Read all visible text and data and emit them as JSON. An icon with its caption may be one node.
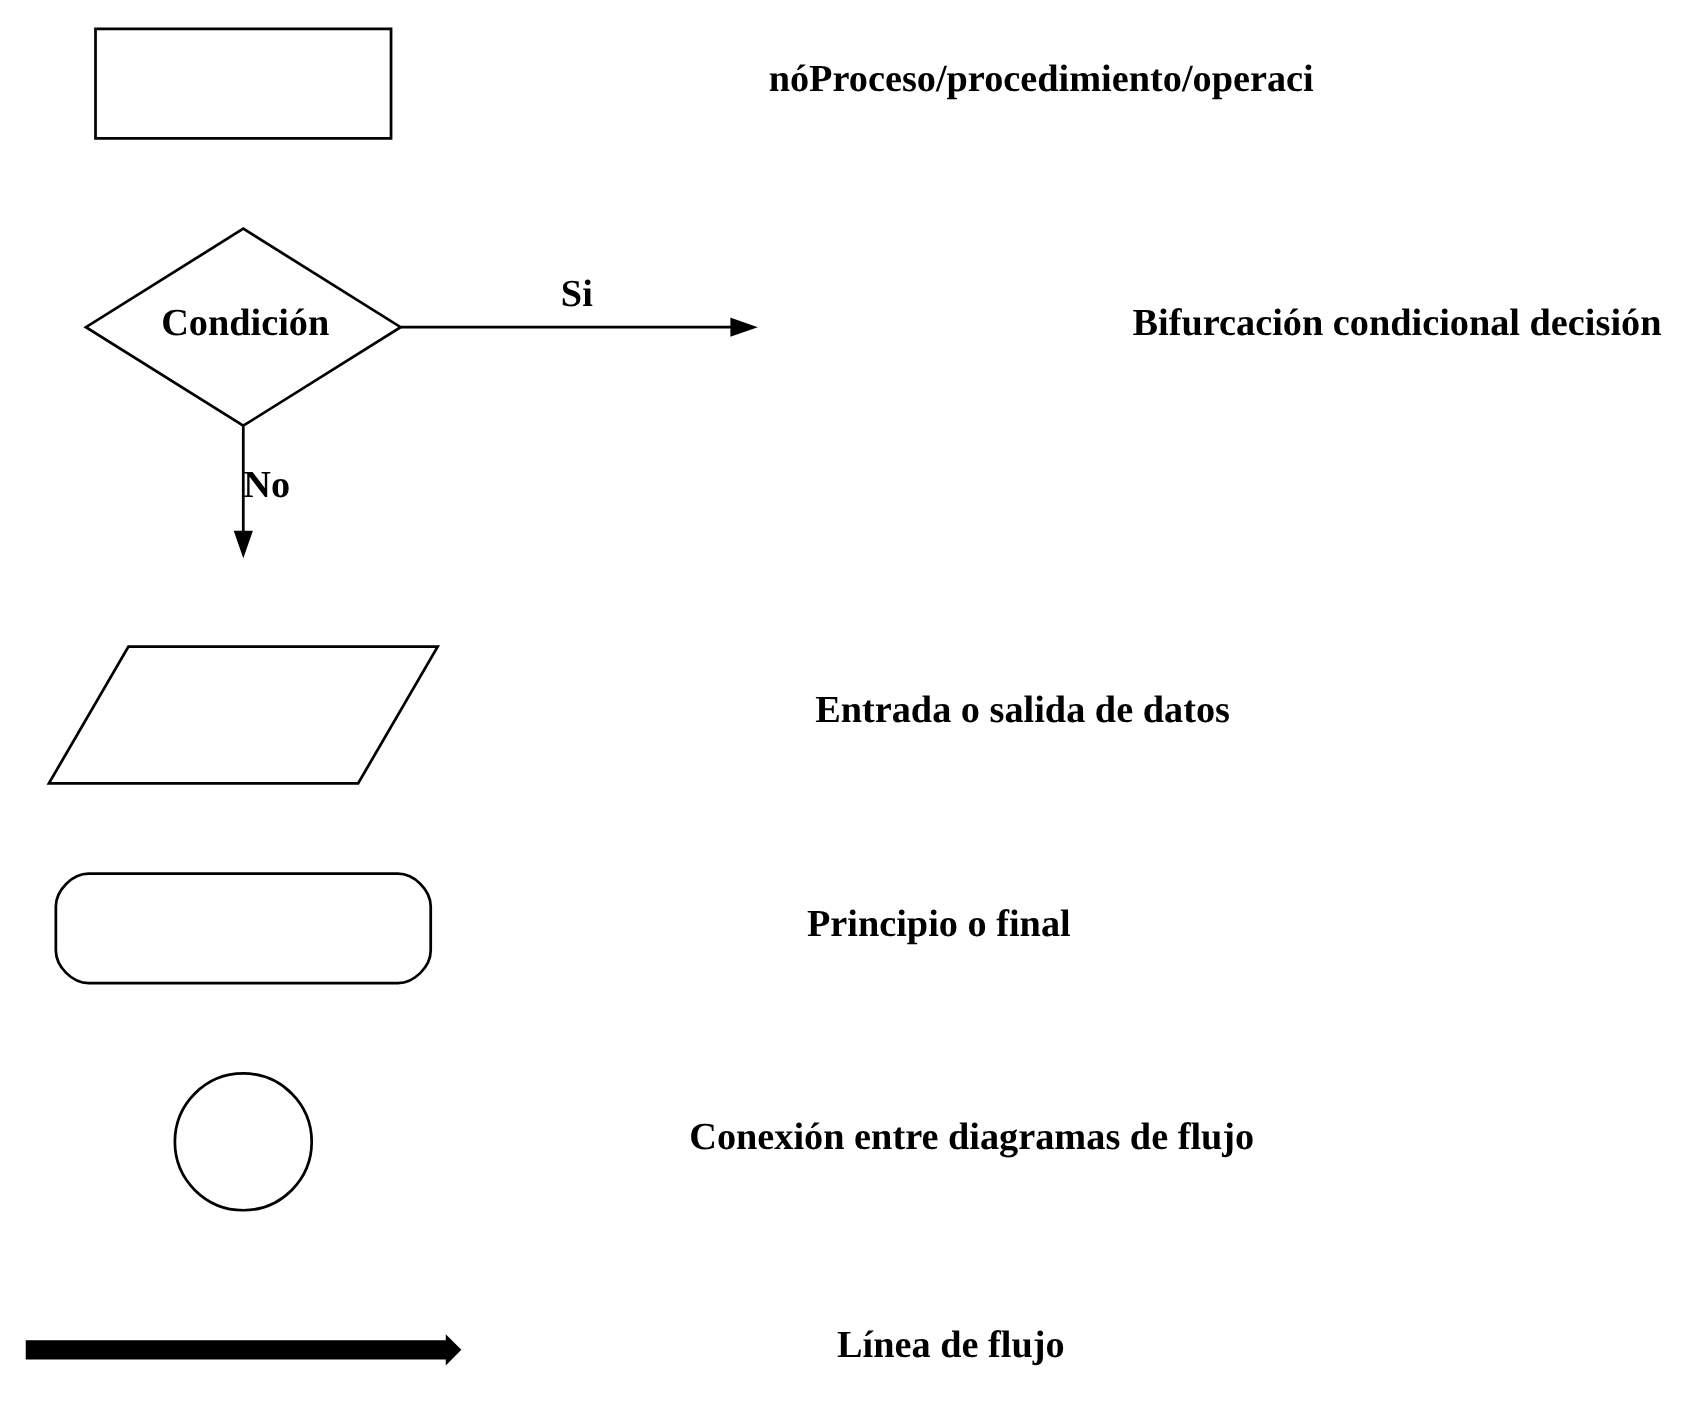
{
  "diagram": {
    "nodes": [
      {
        "text": [],
        "shape": "box"
      },
      {
        "text": [
          "Condición"
        ]
      },
      {
        "text": [],
        "shape": "parallelogram"
      },
      {
        "text": [],
        "shape": "stadium"
      },
      {
        "text": [],
        "shape": "circle"
      },
      {
        "text": [],
        "shape": "arrow"
      }
    ],
    "edges": [
      {
        "from": 1,
        "to": null,
        "arrow": "to",
        "label": "Si"
      },
      {
        "from": 1,
        "to": null,
        "arrow": "to",
        "label": "No"
      }
    ],
    "labels": [
      "nóProceso/procedimiento/operaci",
      "Bifurcación condicional decisión",
      "Entrada o salida de datos",
      "Principio o final",
      "Conexión entre diagramas de flujo",
      "Línea de flujo"
    ]
  }
}
